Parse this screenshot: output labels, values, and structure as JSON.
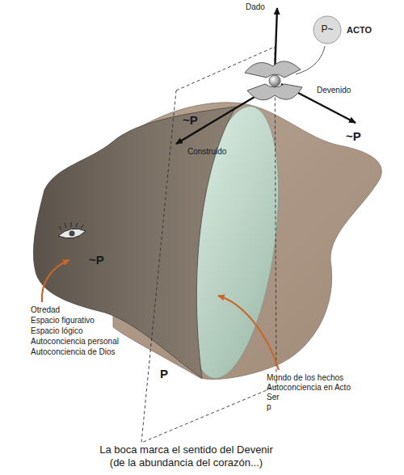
{
  "diagram": {
    "caption": "La boca marca el sentido del Devenir (de la abundancia del corazón...)",
    "nodes": [
      {
        "text": [
          "P~",
          "ACTO"
        ]
      }
    ],
    "labels": [
      "Dado",
      "Devenido",
      "~P",
      "~P",
      "Construido",
      "~P",
      "Otredad",
      "Espacio figurativo",
      "Espacio lógico",
      "Autoconciencia personal",
      "Autoconciencia de Dios",
      "P",
      "Mundo de los hechos",
      "Autoconciencia en Acto",
      "Ser",
      "p"
    ]
  }
}
